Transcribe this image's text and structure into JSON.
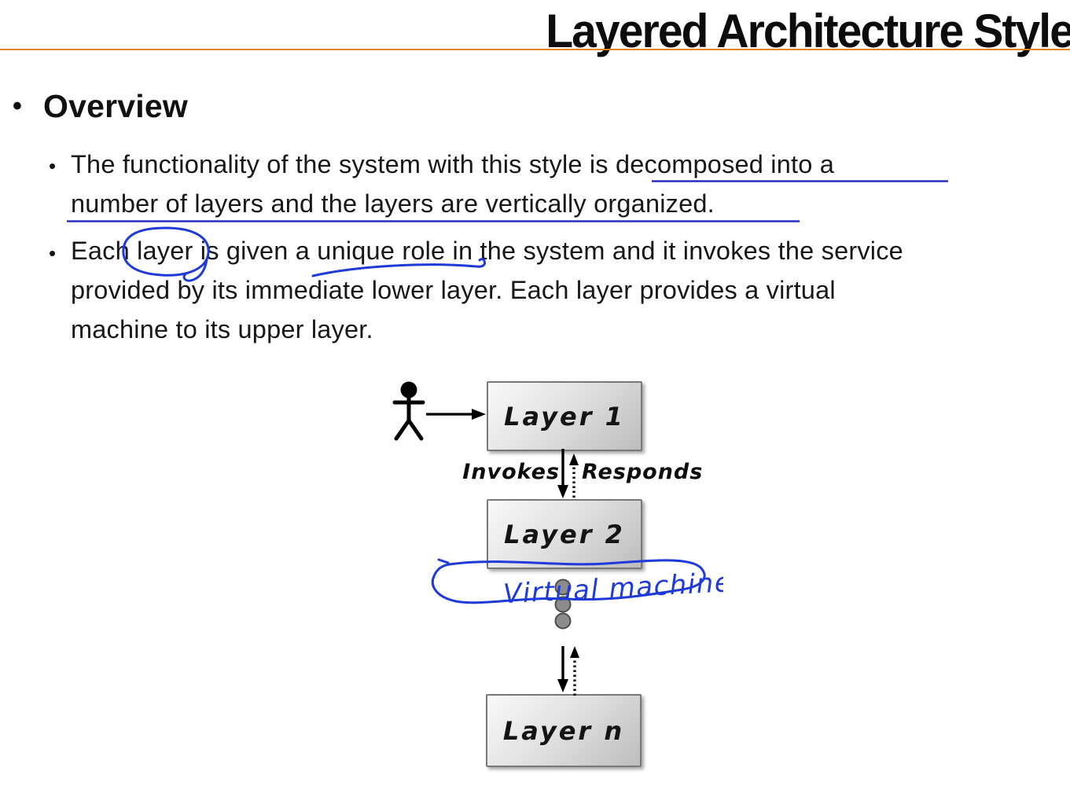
{
  "slide": {
    "title": "Layered Architecture Style"
  },
  "colors": {
    "accent_rule_orange": "#E8821E",
    "pen_blue_freehand": "#1e3ad8",
    "underline_blue_straight": "#2a2fc4",
    "box_border_gray": "#787878",
    "box_gradient_top": "#f9f9f9",
    "box_gradient_bottom": "#bdbdbd",
    "dot_fill_gray": "#8c8c8c"
  },
  "content": {
    "bullet_glyph": "•",
    "heading": "Overview",
    "paragraph1": {
      "lines": [
        "The functionality of the system with this style is decomposed into a",
        "number of layers and the layers are vertically organized."
      ],
      "annotations": [
        "straight blue underline under 'is decomposed into a'",
        "straight blue underline under 'number of layers and the layers are vertically organized.'"
      ]
    },
    "paragraph2": {
      "lines": [
        "Each layer is given a unique role in the system and it invokes the service",
        "provided by its immediate lower layer. Each layer provides a virtual",
        "machine to its upper layer."
      ],
      "annotations": [
        "freehand blue circle around the word 'layer'",
        "freehand blue underline under 'a unique role'"
      ]
    }
  },
  "diagram": {
    "actor": "stick-figure",
    "boxes": [
      {
        "label": "Layer 1"
      },
      {
        "label": "Layer 2"
      },
      {
        "label": "Layer n"
      }
    ],
    "invokes_label": "Invokes",
    "responds_label": "Responds",
    "ellipsis_dots": 3,
    "handwritten_annotation": "Virtual machine"
  }
}
